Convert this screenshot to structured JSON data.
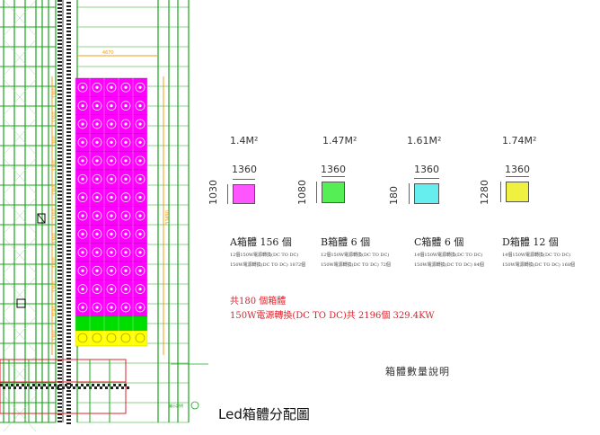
{
  "plan": {
    "top_dim": "4670",
    "right_dim": "33490",
    "left_dims": [
      "3360",
      "3360",
      "3360",
      "3360",
      "3360",
      "3360",
      "3360",
      "3360",
      "3360",
      "3140",
      "3360"
    ],
    "legend_text": "圖示說明"
  },
  "cabinets": [
    {
      "area": "1.4M²",
      "width": "1360",
      "height": "1030",
      "color": "#ff55ff",
      "title": "A箱體 156 個",
      "line1": "12個150W電源轉換(DC TO DC)",
      "line2": "150W電源轉換(DC TO DC) 1872個"
    },
    {
      "area": "1.47M²",
      "width": "1360",
      "height": "1080",
      "color": "#55ee55",
      "title": "B箱體 6 個",
      "line1": "12個150W電源轉換(DC TO DC)",
      "line2": "150W電源轉換(DC TO DC) 72個"
    },
    {
      "area": "1.61M²",
      "width": "1360",
      "height": "180",
      "color": "#66eeee",
      "title": "C箱體 6 個",
      "line1": "14個150W電源轉換(DC TO DC)",
      "line2": "150W電源轉換(DC TO DC) 84個"
    },
    {
      "area": "1.74M²",
      "width": "1360",
      "height": "1280",
      "color": "#f0f040",
      "title": "D箱體 12 個",
      "line1": "14個150W電源轉換(DC TO DC)",
      "line2": "150W電源轉換(DC TO DC) 168個"
    }
  ],
  "totals": {
    "line1": "共180 個箱體",
    "line2": "150W電源轉換(DC TO DC)共 2196個 329.4KW"
  },
  "caption_note": "箱體數量說明",
  "caption_main": "Led箱體分配圖",
  "colors": {
    "magenta": "#ff00ff",
    "green": "#00dd00",
    "yellow": "#ffff00",
    "grid": "#1aa51a",
    "orange": "#f39c12",
    "red": "#e0202a"
  }
}
